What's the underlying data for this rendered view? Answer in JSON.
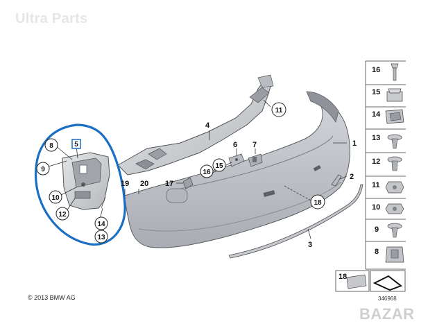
{
  "watermark": "Ultra Parts",
  "copyright": "© 2013 BMW AG",
  "diagram_number": "346968",
  "brand_mark": "BAZAR",
  "callouts": {
    "c1": "1",
    "c2": "2",
    "c3": "3",
    "c4": "4",
    "c5": "5",
    "c6": "6",
    "c7": "7",
    "c8": "8",
    "c9": "9",
    "c10": "10",
    "c11": "11",
    "c12": "12",
    "c13": "13",
    "c14": "14",
    "c15": "15",
    "c16": "16",
    "c17": "17",
    "c18": "18",
    "c19": "19",
    "c20": "20"
  },
  "parts_column": {
    "items": [
      "16",
      "15",
      "14",
      "13",
      "12",
      "11",
      "10",
      "9",
      "8"
    ],
    "bottom_left": "18"
  },
  "colors": {
    "highlight_ring": "#1a6fc4",
    "part_fill": "#c9cbcf",
    "part_stroke": "#555a60",
    "box_stroke": "#666666"
  }
}
